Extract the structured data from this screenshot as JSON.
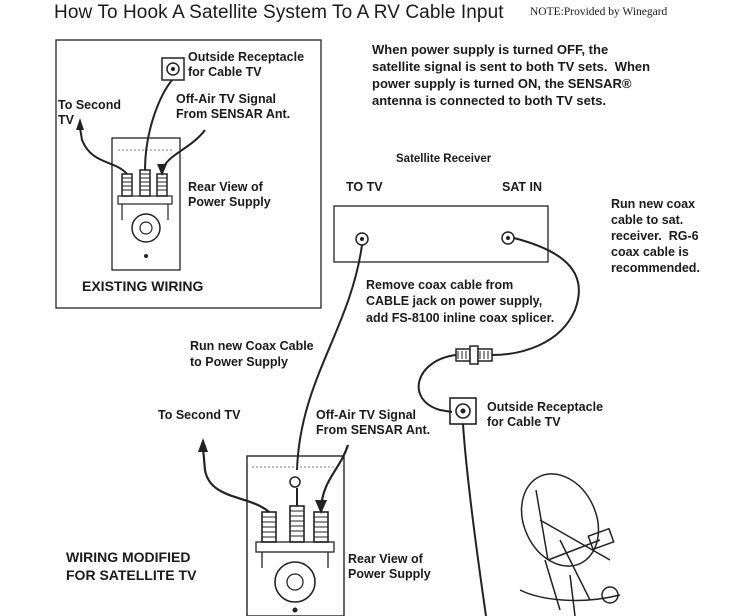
{
  "header": {
    "title": "How To Hook A Satellite System To A RV Cable Input",
    "note": "NOTE:Provided by Winegard"
  },
  "description": "When power supply is turned OFF, the\nsatellite signal is sent to both TV sets.  When\npower supply is turned ON, the SENSAR®\nantenna is connected to both TV sets.",
  "existing": {
    "outside_receptacle": "Outside Receptacle\nfor Cable TV",
    "to_second_tv": "To Second\nTV",
    "off_air": "Off-Air TV Signal\nFrom SENSAR Ant.",
    "rear_view": "Rear View of\nPower Supply",
    "caption": "EXISTING WIRING"
  },
  "receiver": {
    "title": "Satellite Receiver",
    "to_tv": "TO TV",
    "sat_in": "SAT IN"
  },
  "notes": {
    "run_new_coax_receiver": "Run new coax\ncable to sat.\nreceiver.  RG-6\ncoax cable is\nrecommended.",
    "remove_coax": "Remove coax cable from\nCABLE jack on power supply,\nadd FS-8100 inline coax splicer.",
    "run_new_coax_supply": "Run new Coax Cable\nto Power Supply"
  },
  "modified": {
    "to_second_tv": "To Second TV",
    "off_air": "Off-Air TV Signal\nFrom SENSAR Ant.",
    "outside_receptacle": "Outside Receptacle\nfor Cable TV",
    "caption": "WIRING MODIFIED\nFOR SATELLITE TV",
    "rear_view": "Rear View of\nPower Supply"
  }
}
